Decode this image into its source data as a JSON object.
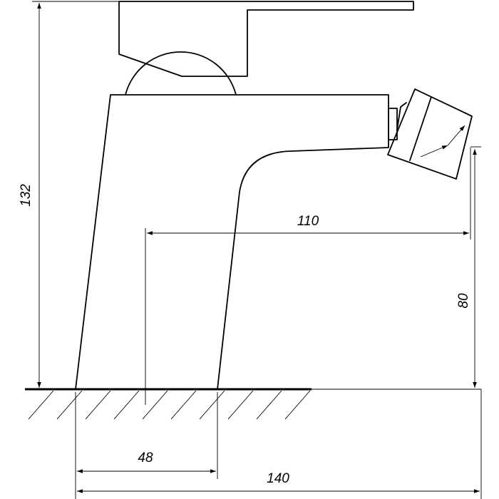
{
  "dimensions": {
    "overall_height": "132",
    "spout_reach": "110",
    "spout_height": "80",
    "base_offset": "48",
    "overall_length": "140"
  }
}
